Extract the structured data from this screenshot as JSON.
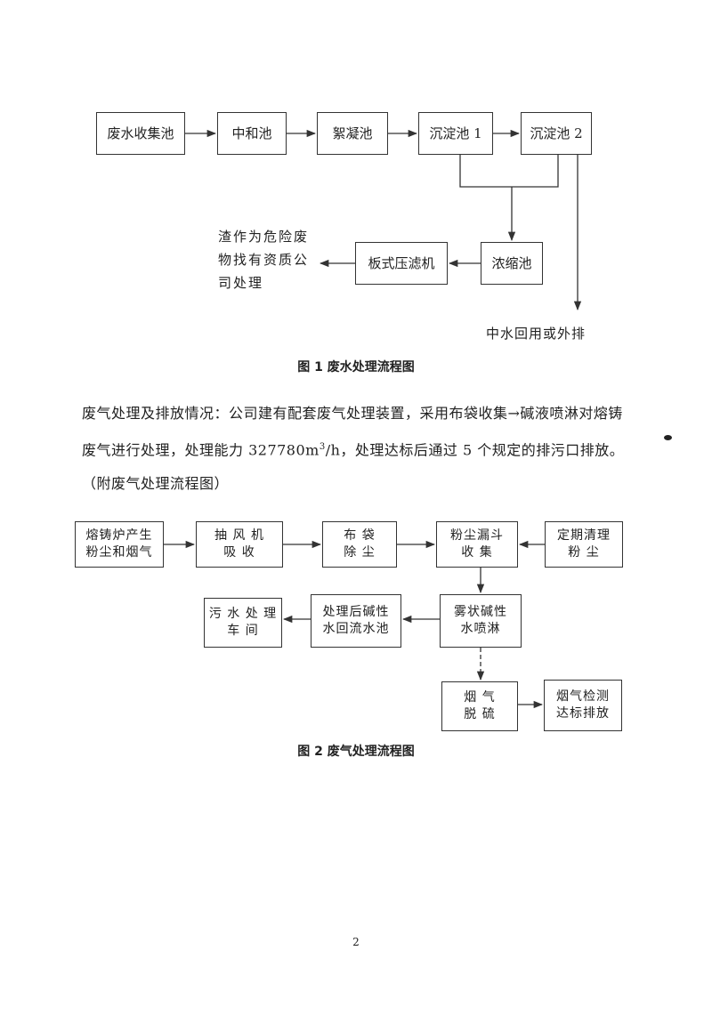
{
  "figure1": {
    "boxes": {
      "collect": "废水收集池",
      "neutral": "中和池",
      "floc": "絮凝池",
      "sed1": "沉淀池 1",
      "sed2": "沉淀池 2",
      "thicken": "浓缩池",
      "press": "板式压滤机"
    },
    "sludge_text": "渣作为危险废\n物找有资质公\n司处理",
    "reuse_text": "中水回用或外排",
    "caption": "图 1    废水处理流程图"
  },
  "paragraph": {
    "before_sup": "废气处理及排放情况：公司建有配套废气处理装置，采用布袋收集→碱液喷淋对熔铸废气进行处理，处理能力 327780m",
    "sup": "3",
    "after_sup": "/h，处理达标后通过 5 个规定的排污口排放。（附废气处理流程图）"
  },
  "figure2": {
    "boxes": {
      "source": "熔铸炉产生\n粉尘和烟气",
      "fan": "抽 风 机\n吸 收",
      "bag": "布 袋\n除 尘",
      "hopper": "粉尘漏斗\n收 集",
      "clean": "定期清理\n粉 尘",
      "spray": "雾状碱性\n水喷淋",
      "pool": "处理后碱性\n水回流水池",
      "workshop": "污 水 处 理\n车 间",
      "desulf": "烟 气\n脱 硫",
      "monitor": "烟气检测\n达标排放"
    },
    "caption": "图 2    废气处理流程图"
  },
  "page_number": "2"
}
